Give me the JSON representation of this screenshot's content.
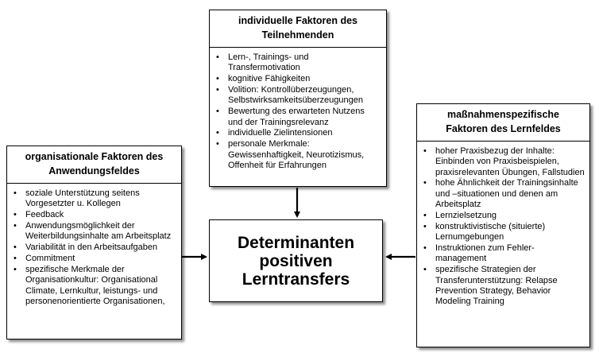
{
  "top_box": {
    "title": "individuelle Faktoren des\nTeilnehmenden",
    "items": [
      "Lern-, Trainings- und Transfermotivation",
      "kognitive Fähigkeiten",
      "Volition: Kontrollüberzeugungen, Selbstwirksamkeitsüberzeugungen",
      "Bewertung des erwarteten Nutzens und der Trainingsrelevanz",
      "individuelle Zielintensionen",
      "personale Merkmale: Gewissenhaftigkeit, Neurotizismus, Offenheit für Erfahrungen"
    ]
  },
  "left_box": {
    "title": "organisationale Faktoren des\nAnwendungsfeldes",
    "items": [
      "soziale Unterstützung seitens Vorgesetzter u. Kollegen",
      "Feedback",
      "Anwendungsmöglichkeit der Weiterbildungsinhalte am Arbeitsplatz",
      "Variabilität in den Arbeitsaufgaben",
      "Commitment",
      "spezifische Merkmale der Organisationkultur: Organisational Climate, Lernkultur, leistungs- und personenorientierte Organisationen,"
    ]
  },
  "right_box": {
    "title": "maßnahmenspezifische\nFaktoren des Lernfeldes",
    "items": [
      "hoher Praxisbezug der Inhalte: Einbinden von Praxisbeispielen, praxisrelevanten Übungen, Fallstudien",
      "hohe Ähnlichkeit der Trainingsinhalte und –situationen und denen am Arbeitsplatz",
      "Lernzielsetzung",
      "konstruktivistische (situierte) Lernumgebungen",
      "Instruktionen zum Fehler-management",
      "spezifische Strategien der Transferunterstützung: Relapse Prevention Strategy, Behavior Modeling Training"
    ]
  },
  "center_box": {
    "label": "Determinanten\npositiven\nLerntransfers"
  }
}
